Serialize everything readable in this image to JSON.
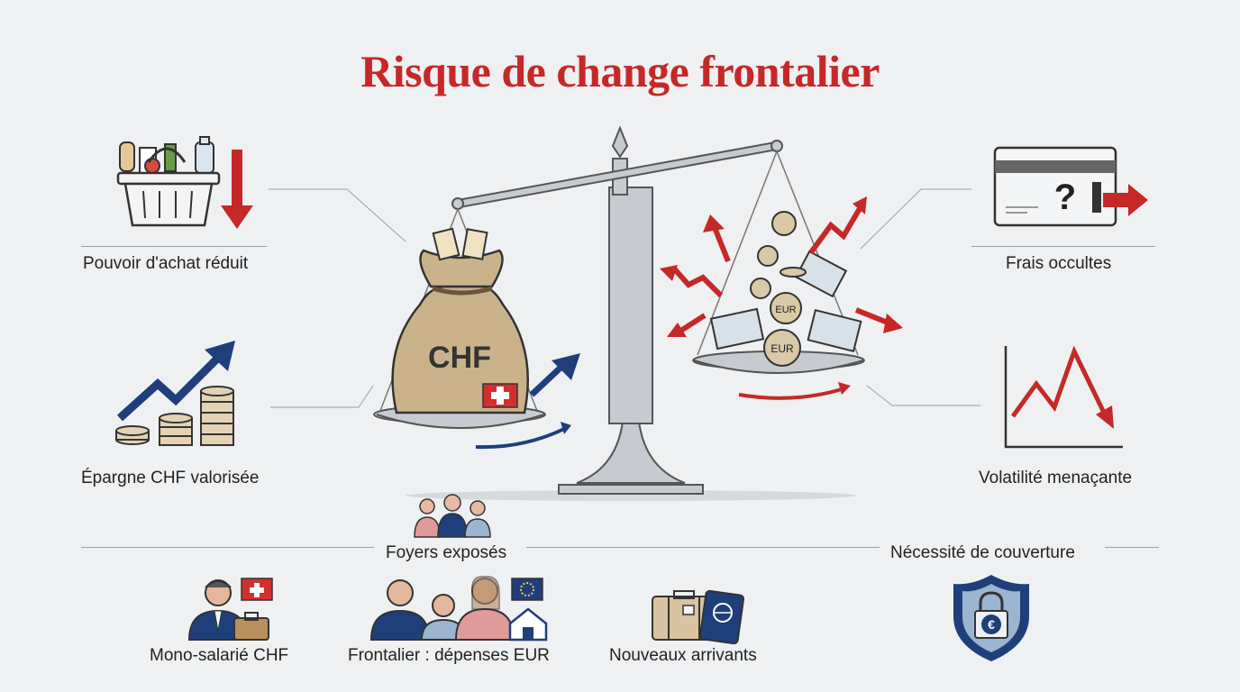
{
  "title": "Risque de change frontalier",
  "labels": {
    "purchasing_power": "Pouvoir d'achat réduit",
    "savings": "Épargne CHF valorisée",
    "hidden_fees": "Frais occultes",
    "volatility": "Volatilité menaçante",
    "exposed_households": "Foyers exposés",
    "hedging_need": "Nécessité de couverture"
  },
  "households": [
    {
      "label": "Mono-salarié CHF"
    },
    {
      "label": "Frontalier : dépenses EUR"
    },
    {
      "label": "Nouveaux arrivants"
    }
  ],
  "scale": {
    "left_bag_text": "CHF",
    "right_coin_text": "EUR",
    "right_coin_text_2": "EUR"
  },
  "card_symbol": "?",
  "shield_symbol": "€",
  "colors": {
    "red": "#c62828",
    "navy": "#1f3f7a",
    "bag": "#c9b28a",
    "scale": "#c7cbd1"
  }
}
